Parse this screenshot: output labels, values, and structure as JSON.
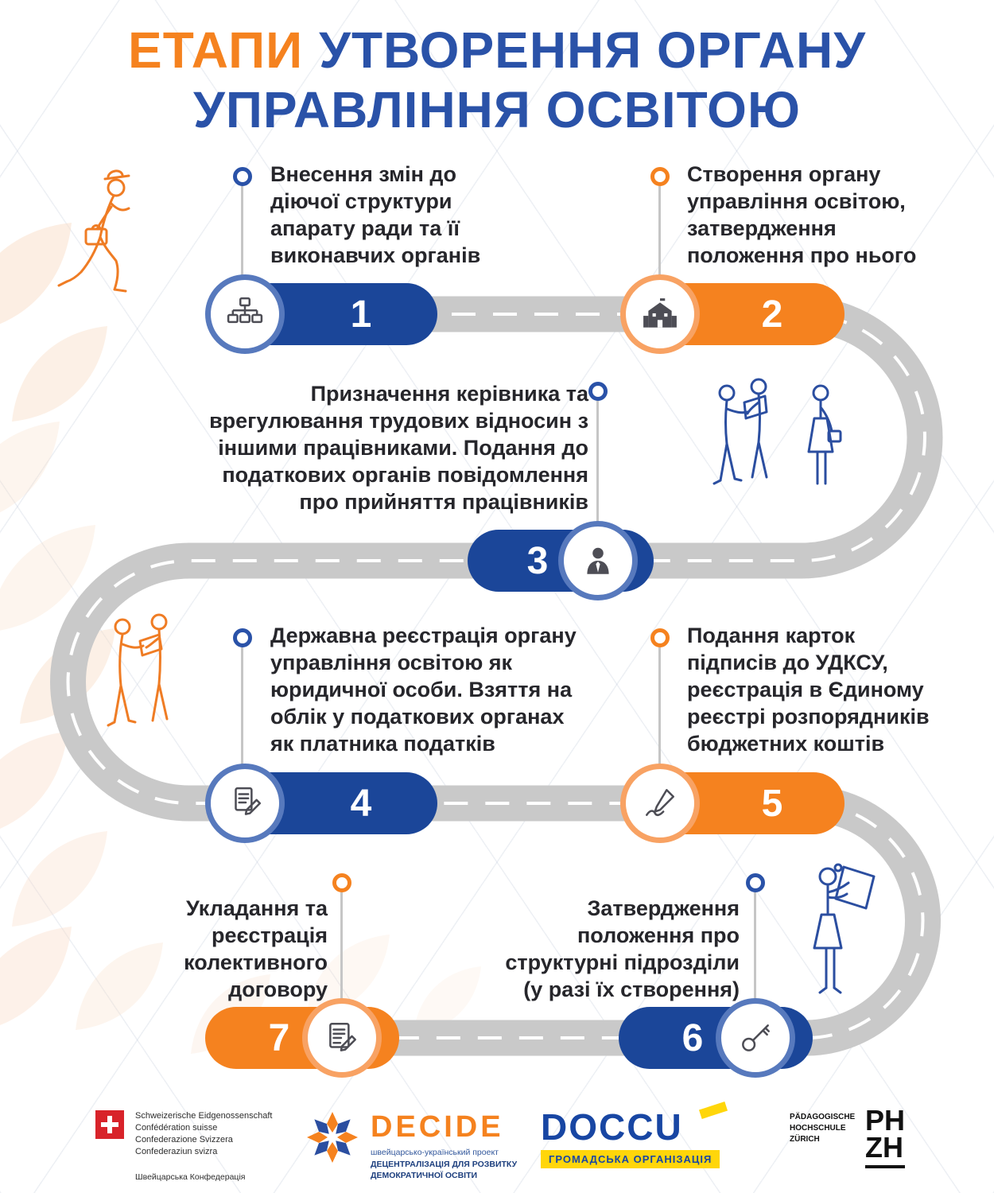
{
  "title": {
    "line1_highlight": "ЕТАПИ",
    "line1_rest": "УТВОРЕННЯ ОРГАНУ",
    "line2": "УПРАВЛІННЯ ОСВІТОЮ"
  },
  "stages": [
    {
      "number": "1",
      "color": "blue",
      "icon": "org-chart-icon",
      "text": "Внесення змін до\nдіючої структури\nапарату ради та її\nвиконавчих органів"
    },
    {
      "number": "2",
      "color": "orange",
      "icon": "school-building-icon",
      "text": "Створення органу\nуправління освітою,\nзатвердження\nположення про нього"
    },
    {
      "number": "3",
      "color": "blue",
      "icon": "person-icon",
      "text": "Призначення керівника та\nврегулювання трудових відносин з\nіншими працівниками. Подання до\nподаткових органів повідомлення\nпро прийняття працівників"
    },
    {
      "number": "4",
      "color": "blue",
      "icon": "document-pencil-icon",
      "text": "Державна реєстрація органу\nуправління освітою як\nюридичної особи. Взяття на\nоблік у податкових органах\nяк платника податків"
    },
    {
      "number": "5",
      "color": "orange",
      "icon": "signature-icon",
      "text": "Подання карток\nпідписів до УДКСУ,\nреєстрація в Єдиному\nреєстрі розпорядників\nбюджетних коштів"
    },
    {
      "number": "6",
      "color": "blue",
      "icon": "key-icon",
      "text": "Затвердження\nположення про\nструктурні підрозділи\n(у разі їх створення)"
    },
    {
      "number": "7",
      "color": "orange",
      "icon": "contract-pen-icon",
      "text": "Укладання та\nреєстрація\nколективного\nдоговору"
    }
  ],
  "footer": {
    "swiss": {
      "lines": "Schweizerische Eidgenossenschaft\nConfédération suisse\nConfederazione Svizzera\nConfederaziun svizra",
      "caption": "Швейцарська Конфедерація"
    },
    "decide": {
      "name": "DECIDE",
      "subtitle1": "швейцарсько-український проект",
      "subtitle2": "ДЕЦЕНТРАЛІЗАЦІЯ ДЛЯ РОЗВИТКУ\nДЕМОКРАТИЧНОЇ ОСВІТИ"
    },
    "doccu": {
      "name": "DOCCU",
      "caption": "ГРОМАДСЬКА ОРГАНІЗАЦІЯ"
    },
    "phzh": {
      "lines": "PÄDAGOGISCHE\nHOCHSCHULE\nZÜRICH",
      "logo_line1": "PH",
      "logo_line2": "ZH"
    }
  },
  "colors": {
    "orange": "#f5821f",
    "blue": "#1b4699",
    "title_blue": "#2a52a8",
    "road_gray": "#c9c9c9",
    "text_dark": "#26262b",
    "doccu_yellow": "#ffd60a"
  }
}
